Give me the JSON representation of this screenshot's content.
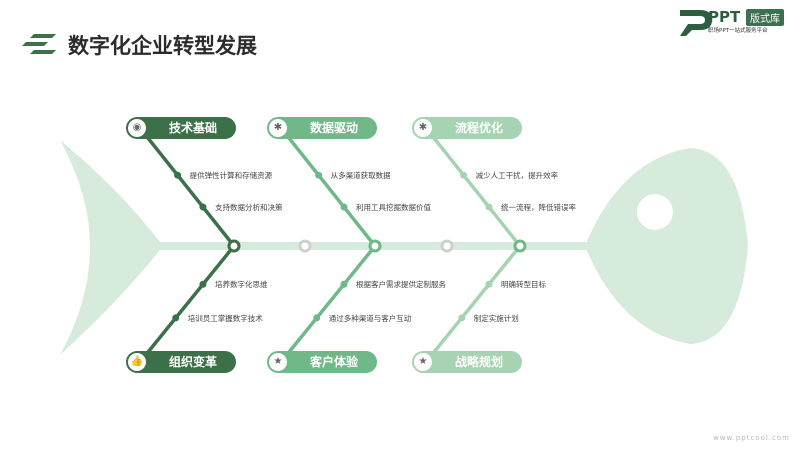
{
  "header": {
    "title": "数字化企业转型发展"
  },
  "logo": {
    "brand": "PPT",
    "badge": "版式库",
    "tagline": "职场PPT一站式服务平台"
  },
  "colors": {
    "dark": "#3b7049",
    "mid": "#70b888",
    "light": "#a6d3b2",
    "body": "#d6ebdc"
  },
  "branches": [
    {
      "label": "技术基础",
      "icon": "eye-icon",
      "items": [
        "提供弹性计算和存储资源",
        "支持数据分析和决策"
      ]
    },
    {
      "label": "数据驱动",
      "icon": "gear-icon",
      "items": [
        "从多渠道获取数据",
        "利用工具挖掘数据价值"
      ]
    },
    {
      "label": "流程优化",
      "icon": "gear-icon",
      "items": [
        "减少人工干扰，提升效率",
        "统一流程，降低错误率"
      ]
    },
    {
      "label": "组织变革",
      "icon": "thumbs-up-icon",
      "items": [
        "培养数字化思维",
        "培训员工掌握数字技术"
      ]
    },
    {
      "label": "客户体验",
      "icon": "star-icon",
      "items": [
        "根据客户需求提供定制服务",
        "通过多种渠道与客户互动"
      ]
    },
    {
      "label": "战略规划",
      "icon": "star-icon",
      "items": [
        "明确转型目标",
        "制定实施计划"
      ]
    }
  ],
  "footer": {
    "url": "www.pptcool.com"
  }
}
